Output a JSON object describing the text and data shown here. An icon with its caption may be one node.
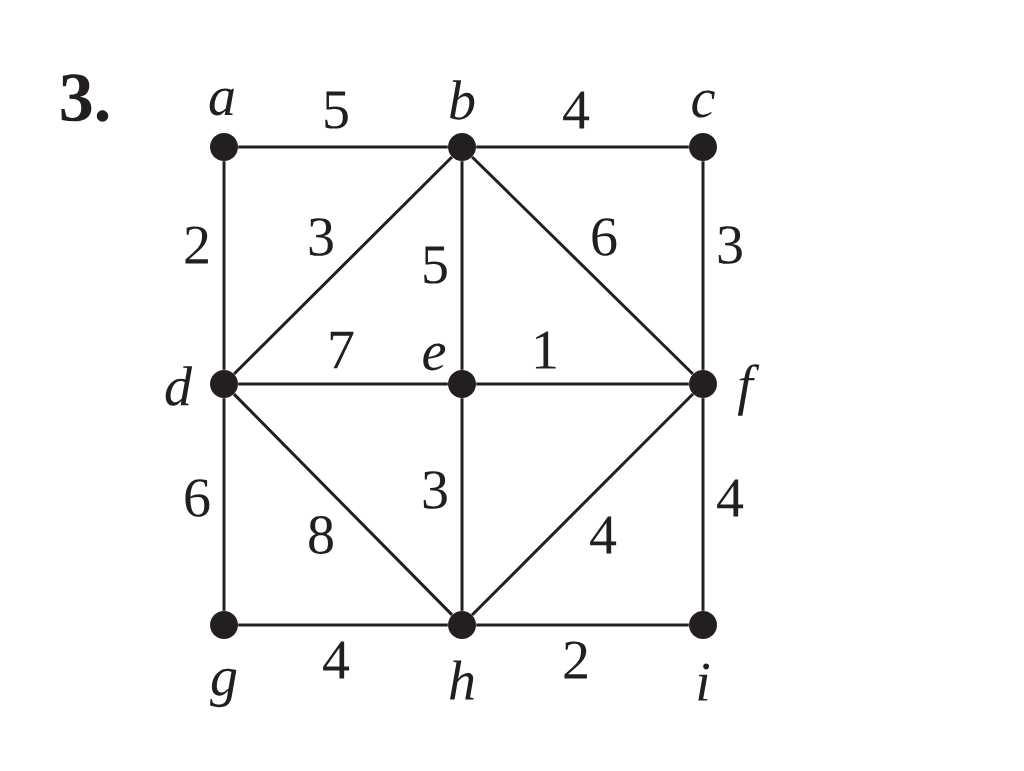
{
  "diagram": {
    "title": "3.",
    "nodes": [
      {
        "text": [],
        "shape": "circle",
        "beside": [
          "a"
        ]
      },
      {
        "text": [],
        "shape": "circle",
        "beside": [
          "b"
        ]
      },
      {
        "text": [],
        "shape": "circle",
        "beside": [
          "c"
        ]
      },
      {
        "text": [],
        "shape": "circle",
        "beside": [
          "d"
        ]
      },
      {
        "text": [],
        "shape": "circle",
        "beside": [
          "e"
        ]
      },
      {
        "text": [],
        "shape": "circle",
        "beside": [
          "f"
        ]
      },
      {
        "text": [],
        "shape": "circle",
        "beside": [
          "g"
        ]
      },
      {
        "text": [],
        "shape": "circle",
        "beside": [
          "h"
        ]
      },
      {
        "text": [],
        "shape": "circle",
        "beside": [
          "i"
        ]
      }
    ],
    "edges": [
      {
        "from": 0,
        "to": 1,
        "arrow": "none",
        "label": "5"
      },
      {
        "from": 1,
        "to": 2,
        "arrow": "none",
        "label": "4"
      },
      {
        "from": 0,
        "to": 3,
        "arrow": "none",
        "label": "2"
      },
      {
        "from": 1,
        "to": 3,
        "arrow": "none",
        "label": "3"
      },
      {
        "from": 1,
        "to": 4,
        "arrow": "none",
        "label": "5"
      },
      {
        "from": 1,
        "to": 5,
        "arrow": "none",
        "label": "6"
      },
      {
        "from": 2,
        "to": 5,
        "arrow": "none",
        "label": "3"
      },
      {
        "from": 3,
        "to": 4,
        "arrow": "none",
        "label": "7"
      },
      {
        "from": 4,
        "to": 5,
        "arrow": "none",
        "label": "1"
      },
      {
        "from": 3,
        "to": 6,
        "arrow": "none",
        "label": "6"
      },
      {
        "from": 3,
        "to": 7,
        "arrow": "none",
        "label": "8"
      },
      {
        "from": 4,
        "to": 7,
        "arrow": "none",
        "label": "3"
      },
      {
        "from": 5,
        "to": 7,
        "arrow": "none",
        "label": "4"
      },
      {
        "from": 5,
        "to": 8,
        "arrow": "none",
        "label": "4"
      },
      {
        "from": 6,
        "to": 7,
        "arrow": "none",
        "label": "4"
      },
      {
        "from": 7,
        "to": 8,
        "arrow": "none",
        "label": "2"
      }
    ]
  }
}
